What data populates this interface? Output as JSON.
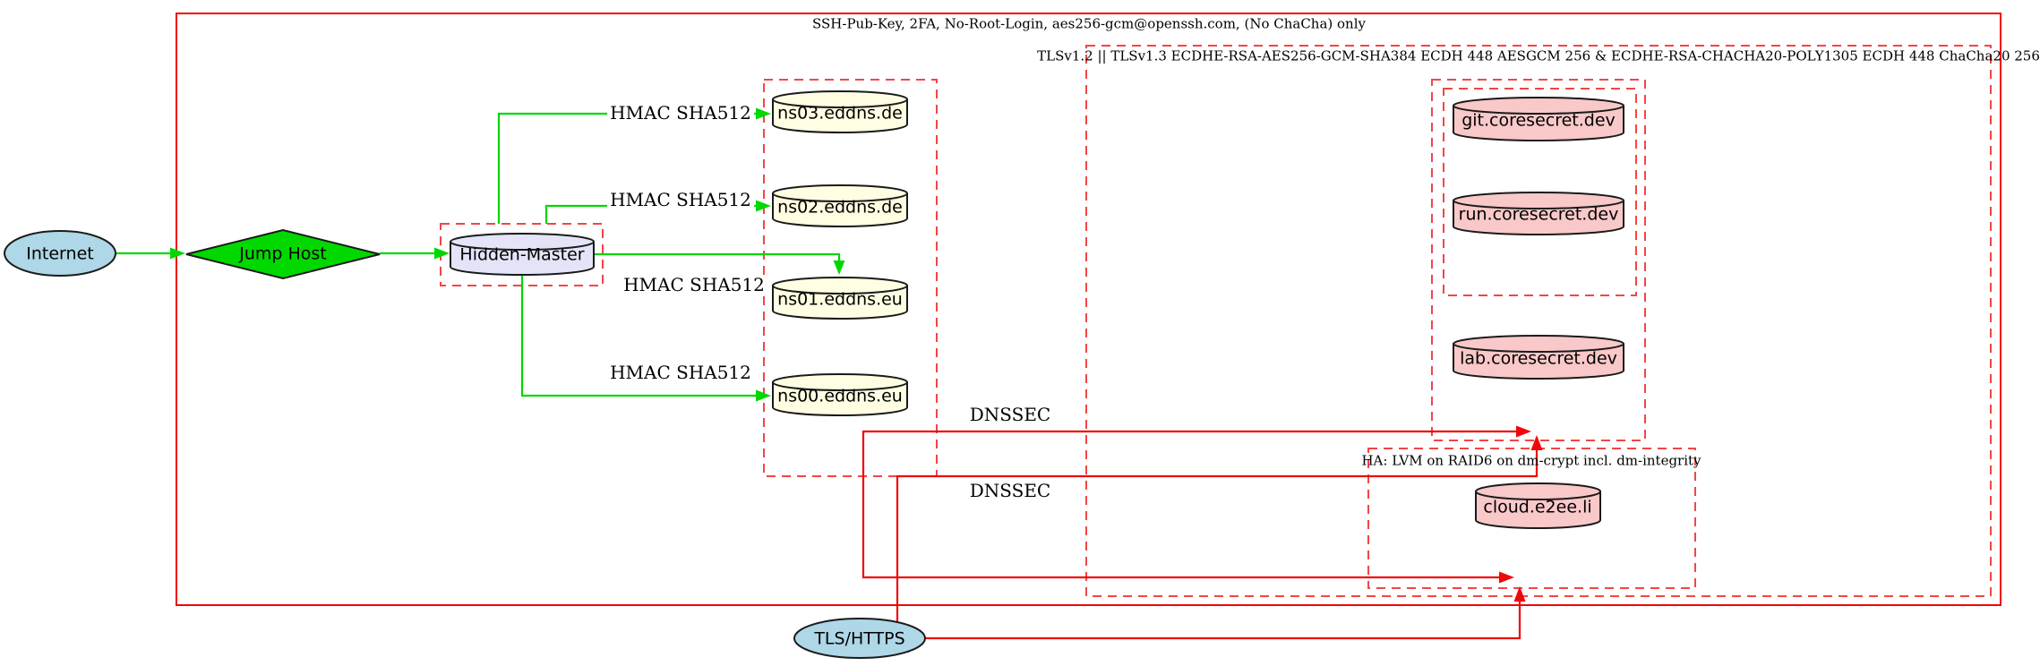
{
  "colors": {
    "red-solid": "#f00707",
    "red-dashed": "#f34545",
    "green": "#00d800",
    "node-border": "#1a1a1a",
    "lightblue": "#aed7e7",
    "lightyellow": "#fffee3",
    "pink": "#f9c8c8",
    "lavender": "#e4e4f8",
    "text": "#000000"
  },
  "clusters": {
    "ssh": {
      "label": "SSH-Pub-Key, 2FA, No-Root-Login, aes256-gcm@openssh.com, (No ChaCha) only"
    },
    "tls": {
      "label": "TLSv1.2 || TLSv1.3 ECDHE-RSA-AES256-GCM-SHA384 ECDH 448 AESGCM 256 & ECDHE-RSA-CHACHA20-POLY1305 ECDH 448 ChaCha20 256"
    },
    "ha": {
      "label": "HA: LVM on RAID6 on dm-crypt incl. dm-integrity"
    }
  },
  "nodes": {
    "internet": {
      "label": "Internet"
    },
    "jump_host": {
      "label": "Jump Host"
    },
    "hidden_master": {
      "label": "Hidden-Master"
    },
    "ns03": {
      "label": "ns03.eddns.de"
    },
    "ns02": {
      "label": "ns02.eddns.de"
    },
    "ns01": {
      "label": "ns01.eddns.eu"
    },
    "ns00": {
      "label": "ns00.eddns.eu"
    },
    "git": {
      "label": "git.coresecret.dev"
    },
    "run": {
      "label": "run.coresecret.dev"
    },
    "lab": {
      "label": "lab.coresecret.dev"
    },
    "cloud": {
      "label": "cloud.e2ee.li"
    },
    "tls_https": {
      "label": "TLS/HTTPS"
    }
  },
  "edge_labels": {
    "hmac_ns03": "HMAC SHA512",
    "hmac_ns02": "HMAC SHA512",
    "hmac_ns01": "HMAC SHA512",
    "hmac_ns00": "HMAC SHA512",
    "dnssec_core": "DNSSEC",
    "dnssec_ha": "DNSSEC"
  }
}
